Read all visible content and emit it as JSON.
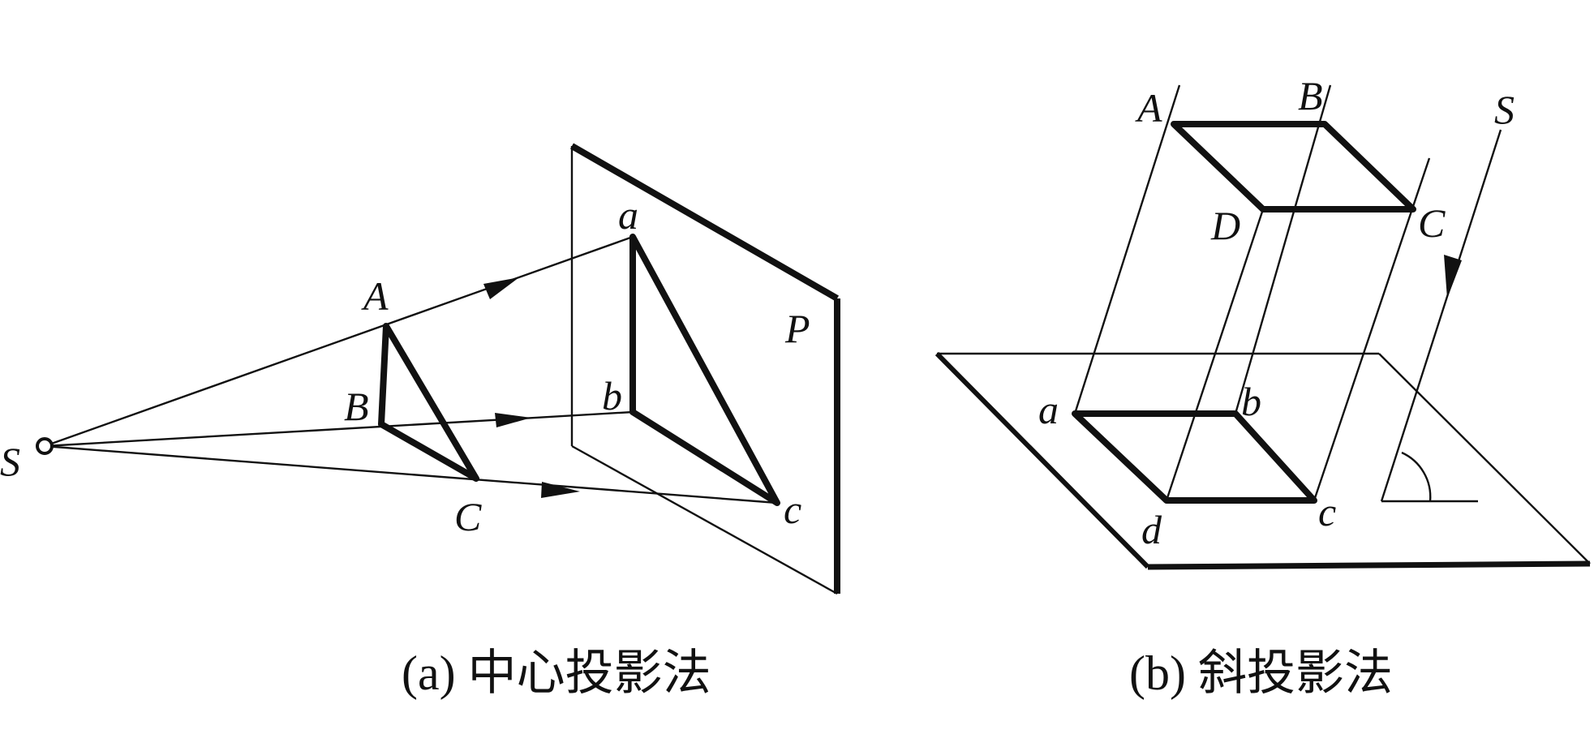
{
  "panel_a": {
    "caption": "(a) 中心投影法",
    "labels": {
      "S": "S",
      "A": "A",
      "B": "B",
      "C": "C",
      "a": "a",
      "b": "b",
      "c": "c",
      "P": "P"
    }
  },
  "panel_b": {
    "caption": "(b) 斜投影法",
    "labels": {
      "A": "A",
      "B": "B",
      "C": "C",
      "D": "D",
      "a": "a",
      "b": "b",
      "c": "c",
      "d": "d",
      "S": "S"
    }
  }
}
